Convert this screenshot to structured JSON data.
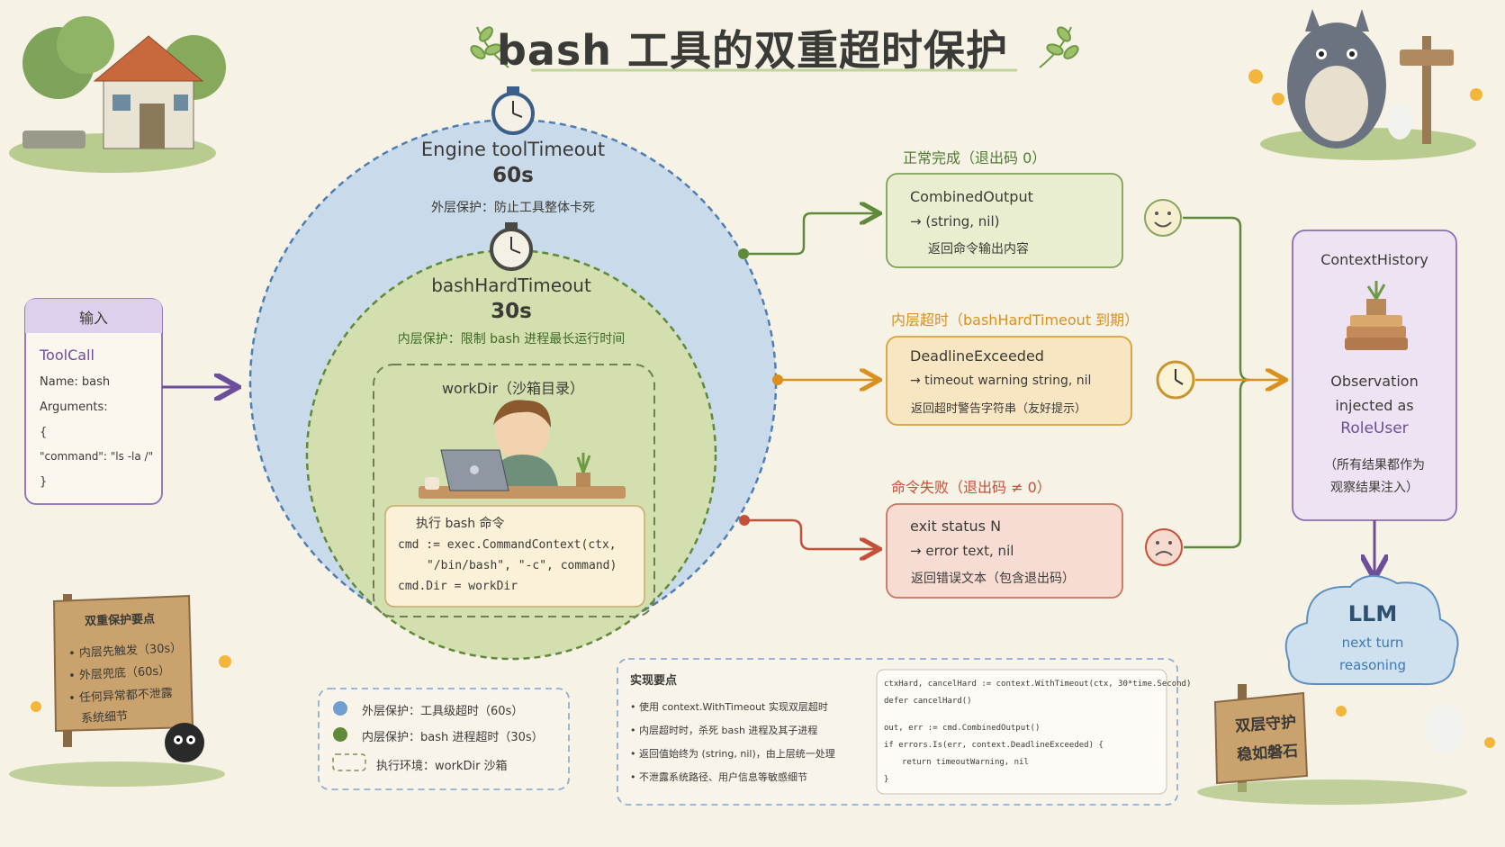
{
  "title": "bash 工具的双重超时保护",
  "outer": {
    "name": "Engine toolTimeout",
    "value": "60s",
    "desc": "外层保护：防止工具整体卡死"
  },
  "inner": {
    "name": "bashHardTimeout",
    "value": "30s",
    "desc": "内层保护：限制 bash 进程最长运行时间"
  },
  "workdir": {
    "label": "workDir（沙箱目录）"
  },
  "exec": {
    "title": "执行 bash 命令",
    "lines": [
      "cmd := exec.CommandContext(ctx,",
      "\"/bin/bash\", \"-c\", command)",
      "cmd.Dir = workDir"
    ]
  },
  "input": {
    "header": "输入",
    "title": "ToolCall",
    "lines": [
      "Name: bash",
      "Arguments:",
      "{",
      "\"command\": \"ls -la /\"",
      "}"
    ]
  },
  "outcomes": [
    {
      "label": "正常完成（退出码 0）",
      "title": "CombinedOutput",
      "line1": "→ (string, nil)",
      "line2": "返回命令输出内容"
    },
    {
      "label": "内层超时（bashHardTimeout 到期）",
      "title": "DeadlineExceeded",
      "line1": "→ timeout warning string, nil",
      "line2": "返回超时警告字符串（友好提示）"
    },
    {
      "label": "命令失败（退出码 ≠ 0）",
      "title": "exit status N",
      "line1": "→ error text, nil",
      "line2": "返回错误文本（包含退出码）"
    }
  ],
  "context": {
    "title": "ContextHistory",
    "lines": [
      "Observation",
      "injected as"
    ],
    "highlight": "RoleUser",
    "note": [
      "（所有结果都作为",
      "观察结果注入）"
    ]
  },
  "llm": {
    "title": "LLM",
    "lines": [
      "next turn",
      "reasoning"
    ]
  },
  "legend": [
    {
      "text": "外层保护：工具级超时（60s）"
    },
    {
      "text": "内层保护：bash 进程超时（30s）"
    },
    {
      "text": "执行环境：workDir 沙箱"
    }
  ],
  "impl": {
    "title": "实现要点",
    "bullets": [
      "使用 context.WithTimeout 实现双层超时",
      "内层超时时，杀死 bash 进程及其子进程",
      "返回值始终为 (string, nil)，由上层统一处理",
      "不泄露系统路径、用户信息等敏感细节"
    ],
    "code": [
      "ctxHard, cancelHard := context.WithTimeout(ctx, 30*time.Second)",
      "defer cancelHard()",
      "",
      "out, err := cmd.CombinedOutput()",
      "if errors.Is(err, context.DeadlineExceeded) {",
      "    return timeoutWarning, nil",
      "}"
    ]
  },
  "sign_left": {
    "title": "双重保护要点",
    "items": [
      "内层先触发（30s）",
      "外层兜底（60s）",
      "任何异常都不泄露",
      "系统细节"
    ]
  },
  "sign_right": {
    "lines": [
      "双层守护",
      "稳如磐石"
    ]
  },
  "colors": {
    "outer": "#c9daea",
    "inner": "#d3dfae",
    "green": "#5f8a3a",
    "orange": "#d9901e",
    "red": "#c4503a",
    "purple": "#6d4e9a",
    "blue": "#3f78b5"
  }
}
